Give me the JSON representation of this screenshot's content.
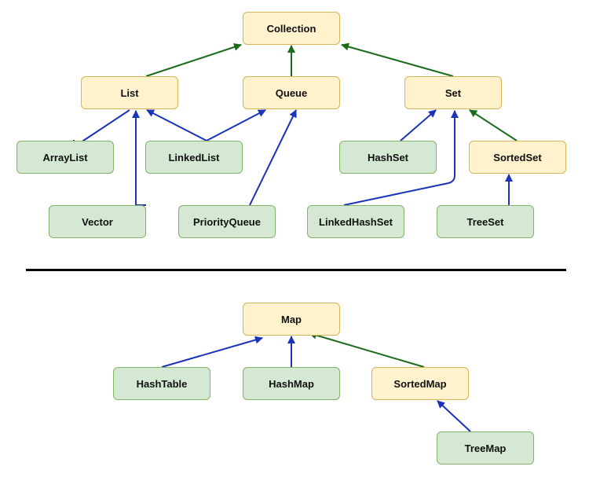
{
  "colors": {
    "interface_fill": "#fff2cc",
    "interface_border": "#d6b656",
    "class_fill": "#d5e8d4",
    "class_border": "#82b366",
    "extends_arrow": "#1a6b1a",
    "implements_arrow": "#1a33b8",
    "separator": "#000000"
  },
  "nodes": {
    "collection": "Collection",
    "list": "List",
    "queue": "Queue",
    "set": "Set",
    "arraylist": "ArrayList",
    "linkedlist": "LinkedList",
    "hashset": "HashSet",
    "sortedset": "SortedSet",
    "vector": "Vector",
    "priorityqueue": "PriorityQueue",
    "linkedhashset": "LinkedHashSet",
    "treeset": "TreeSet",
    "map": "Map",
    "hashtable": "HashTable",
    "hashmap": "HashMap",
    "sortedmap": "SortedMap",
    "treemap": "TreeMap"
  },
  "edges": [
    {
      "from": "list",
      "to": "collection",
      "kind": "extends"
    },
    {
      "from": "queue",
      "to": "collection",
      "kind": "extends"
    },
    {
      "from": "set",
      "to": "collection",
      "kind": "extends"
    },
    {
      "from": "list",
      "to": "arraylist",
      "kind": "implements"
    },
    {
      "from": "linkedlist",
      "to": "list",
      "kind": "implements"
    },
    {
      "from": "linkedlist",
      "to": "queue",
      "kind": "implements"
    },
    {
      "from": "vector",
      "to": "list",
      "kind": "implements"
    },
    {
      "from": "priorityqueue",
      "to": "queue",
      "kind": "implements"
    },
    {
      "from": "hashset",
      "to": "set",
      "kind": "implements"
    },
    {
      "from": "linkedhashset",
      "to": "set",
      "kind": "implements"
    },
    {
      "from": "sortedset",
      "to": "set",
      "kind": "extends"
    },
    {
      "from": "treeset",
      "to": "sortedset",
      "kind": "implements"
    },
    {
      "from": "hashtable",
      "to": "map",
      "kind": "implements"
    },
    {
      "from": "hashmap",
      "to": "map",
      "kind": "implements"
    },
    {
      "from": "sortedmap",
      "to": "map",
      "kind": "extends"
    },
    {
      "from": "treemap",
      "to": "sortedmap",
      "kind": "implements"
    }
  ]
}
